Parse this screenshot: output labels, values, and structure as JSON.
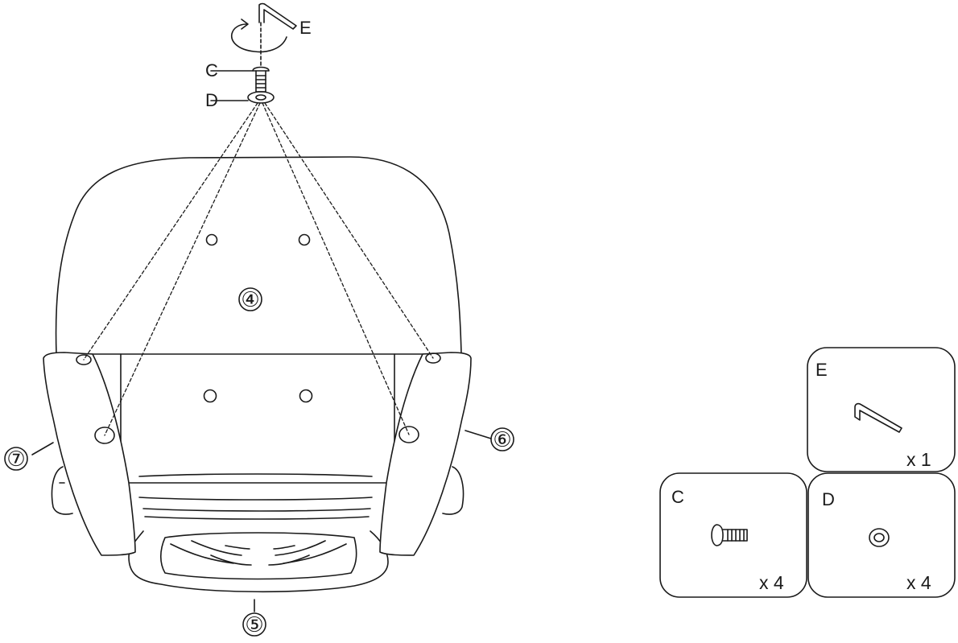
{
  "diagram": {
    "part_labels": {
      "hex_key": "E",
      "bolt": "C",
      "washer": "D"
    },
    "component_numbers": {
      "seat": "④",
      "base": "⑤",
      "right_armrest": "⑥",
      "left_armrest": "⑦"
    }
  },
  "hardware": [
    {
      "id": "E",
      "label": "E",
      "quantity": "x 1",
      "icon": "hex-key-icon"
    },
    {
      "id": "C",
      "label": "C",
      "quantity": "x 4",
      "icon": "bolt-icon"
    },
    {
      "id": "D",
      "label": "D",
      "quantity": "x 4",
      "icon": "washer-icon"
    }
  ],
  "colors": {
    "line": "#1a1a1a",
    "background": "#ffffff"
  }
}
